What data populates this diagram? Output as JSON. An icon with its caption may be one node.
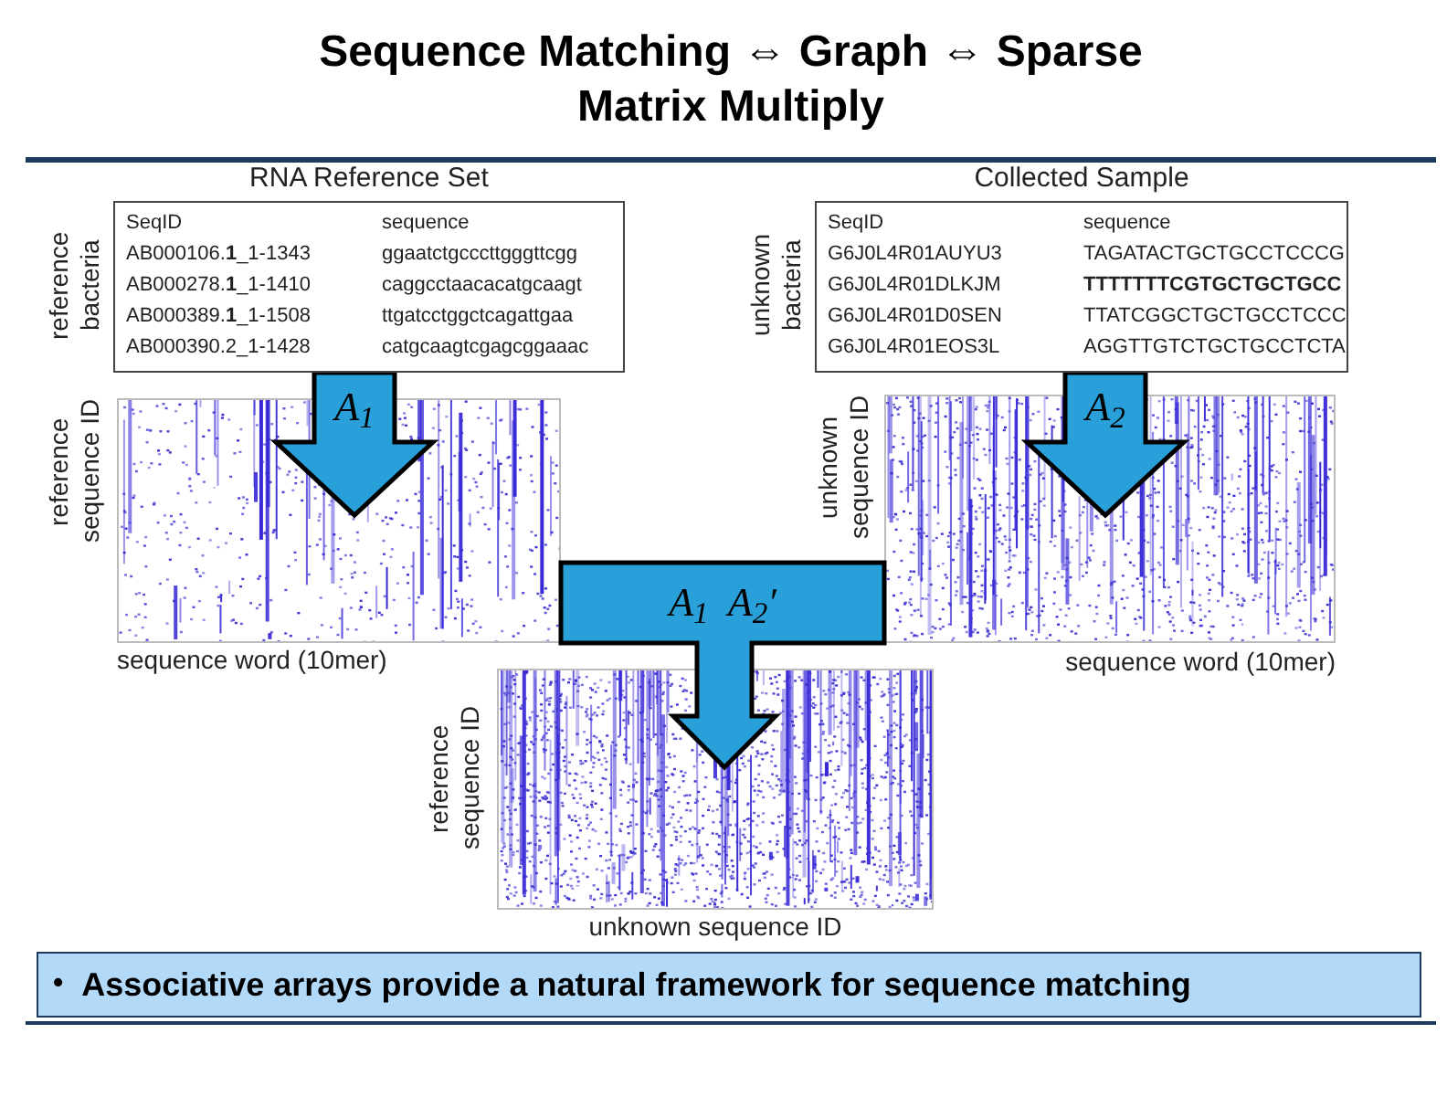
{
  "diagram": {
    "title": "Sequence Matching ⇔ Graph ⇔ Sparse Matrix Multiply",
    "nodes": [
      {
        "text": [
          "RNA Reference Set",
          "SeqID",
          "sequence",
          "AB000106.**1**_1-1343",
          "ggaatctgcccttgggttcgg",
          "AB000278.**1**_1-1410",
          "caggcctaacacatgcaagt",
          "AB000389.**1**_1-1508",
          "ttgatcctggctcagattgaa",
          "AB000390.2_1-1428",
          "catgcaagtcgagcggaaac"
        ],
        "beside": [
          "reference bacteria"
        ]
      },
      {
        "text": [
          "Collected Sample",
          "SeqID",
          "sequence",
          "G6J0L4R01AUYU3",
          "TAGATACTGCTGCCTCCCG",
          "G6J0L4R01DLKJM",
          "**TTTTTTTCGTGCTGCTGCC**",
          "G6J0L4R01D0SEN",
          "TTATCGGCTGCTGCCTCCC",
          "G6J0L4R01EOS3L",
          "AGGTTGTCTGCTGCCTCTA"
        ],
        "beside": [
          "unknown bacteria"
        ]
      },
      {
        "text": [],
        "shape": "picture",
        "beside": [
          "reference sequence ID",
          "sequence word (10mer)"
        ]
      },
      {
        "text": [],
        "shape": "picture",
        "beside": [
          "unknown sequence ID",
          "sequence word (10mer)"
        ]
      },
      {
        "text": [],
        "shape": "picture",
        "beside": [
          "reference sequence ID",
          "unknown sequence ID"
        ]
      }
    ],
    "edges": [
      {
        "from": 0,
        "to": 2,
        "arrow": "to",
        "label": "A$_{1}$",
        "style": "thick"
      },
      {
        "from": 1,
        "to": 3,
        "arrow": "to",
        "label": "A$_{2}$",
        "style": "thick"
      },
      {
        "from": 2,
        "to": 4,
        "arrow": "to",
        "label": "A$_{1}$  A$_{2}$′",
        "style": "thick"
      },
      {
        "from": 3,
        "to": 4,
        "arrow": "to",
        "style": "thick"
      }
    ],
    "labels": [
      "•",
      "Associative arrays provide a natural framework for sequence matching"
    ]
  }
}
